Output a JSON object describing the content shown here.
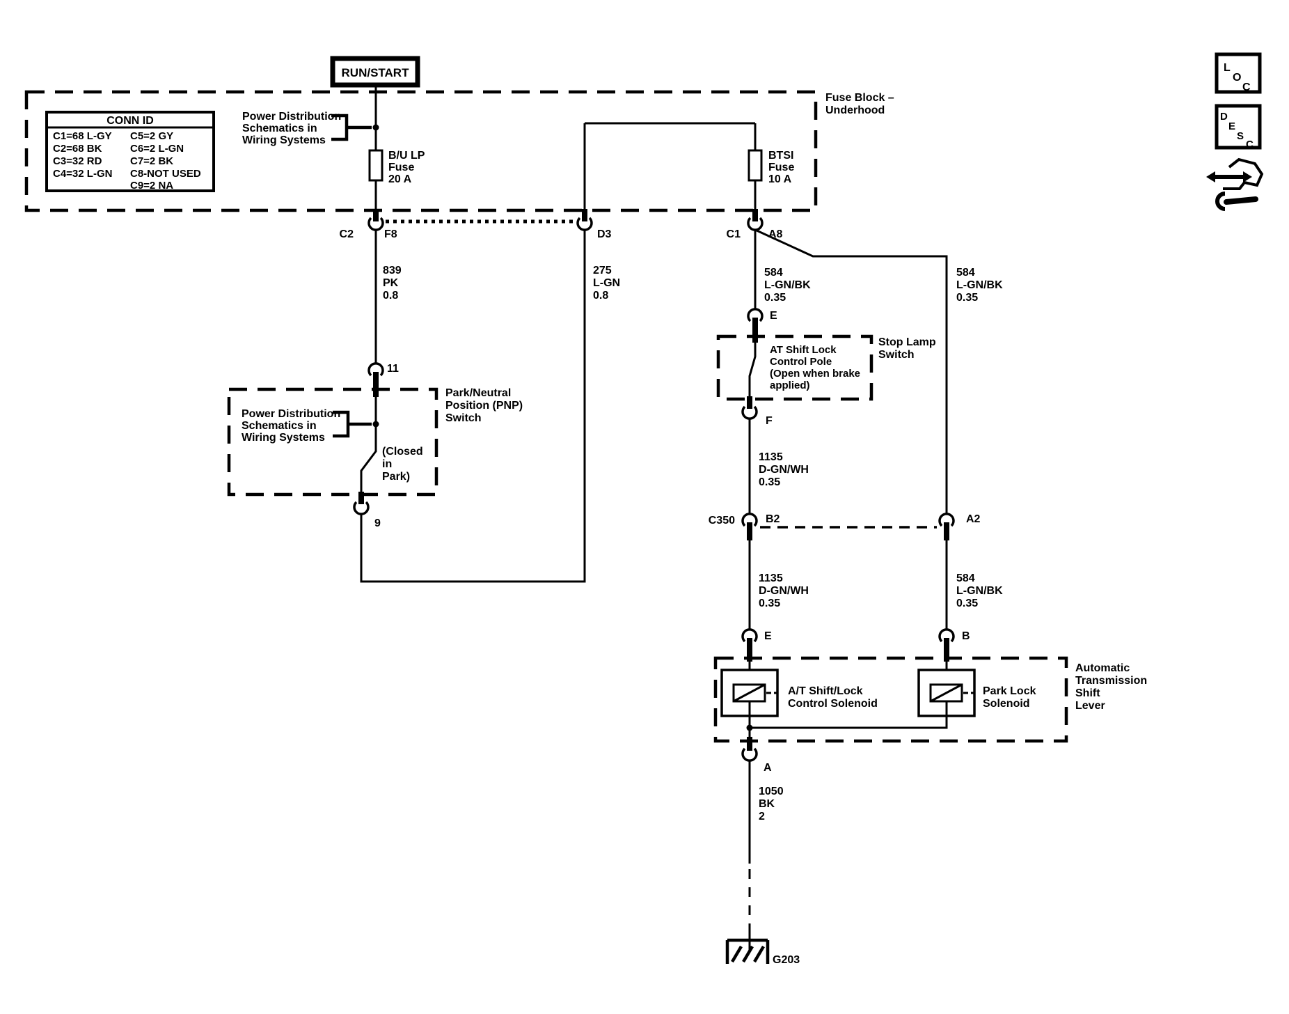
{
  "run_start": {
    "label": "RUN/START"
  },
  "conn_id_table": {
    "header": "CONN ID",
    "left_rows": [
      "C1=68 L-GY",
      "C2=68 BK",
      "C3=32 RD",
      "C4=32 L-GN"
    ],
    "right_rows": [
      "C5=2 GY",
      "C6=2 L-GN",
      "C7=2 BK",
      "C8-NOT USED",
      "C9=2 NA"
    ]
  },
  "fuse_block": {
    "title": [
      "Fuse Block –",
      "Underhood"
    ],
    "bulp_fuse": [
      "B/U LP",
      "Fuse",
      "20 A"
    ],
    "btsi_fuse": [
      "BTSI",
      "Fuse",
      "10 A"
    ]
  },
  "callouts": {
    "power_dist_top": [
      "Power Distribution",
      "Schematics in",
      "Wiring Systems"
    ],
    "power_dist_pnp": [
      "Power Distribution",
      "Schematics in",
      "Wiring Systems"
    ]
  },
  "pins": {
    "c2": "C2",
    "f8": "F8",
    "d3": "D3",
    "c1": "C1",
    "a8": "A8",
    "p11": "11",
    "p9": "9",
    "e1": "E",
    "f1": "F",
    "c350": "C350",
    "b2": "B2",
    "a2": "A2",
    "e2": "E",
    "b": "B",
    "a": "A"
  },
  "wires": {
    "pk839": [
      "839",
      "PK",
      "0.8"
    ],
    "lgn275": [
      "275",
      "L-GN",
      "0.8"
    ],
    "lgnbk584_main": [
      "584",
      "L-GN/BK",
      "0.35"
    ],
    "lgnbk584_branch": [
      "584",
      "L-GN/BK",
      "0.35"
    ],
    "dgnwh1135_upper": [
      "1135",
      "D-GN/WH",
      "0.35"
    ],
    "dgnwh1135_lower": [
      "1135",
      "D-GN/WH",
      "0.35"
    ],
    "lgnbk584_lower": [
      "584",
      "L-GN/BK",
      "0.35"
    ],
    "bk1050": [
      "1050",
      "BK",
      "2"
    ]
  },
  "pnp_switch": {
    "title": [
      "Park/Neutral",
      "Position (PNP)",
      "Switch"
    ],
    "state": [
      "(Closed",
      "in",
      "Park)"
    ]
  },
  "stop_lamp_switch": {
    "title": [
      "Stop Lamp",
      "Switch"
    ],
    "pole": [
      "AT Shift Lock",
      "Control Pole",
      "(Open when brake",
      "applied)"
    ]
  },
  "shift_lever": {
    "title": [
      "Automatic",
      "Transmission",
      "Shift",
      "Lever"
    ],
    "at_solenoid": [
      "A/T Shift/Lock",
      "Control Solenoid"
    ],
    "park_solenoid": [
      "Park Lock",
      "Solenoid"
    ]
  },
  "ground": {
    "label": "G203"
  },
  "nav_icons": {
    "loc": [
      "L",
      "O",
      "C"
    ],
    "desc": [
      "D",
      "E",
      "S",
      "C"
    ]
  }
}
